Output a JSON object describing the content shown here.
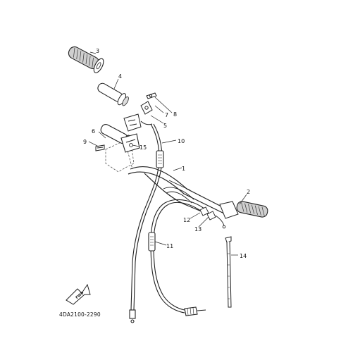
{
  "diagram": {
    "part_code": "4DA2100-2290",
    "direction_badge": "FWD",
    "callouts": [
      {
        "id": "c1",
        "label": "1"
      },
      {
        "id": "c2",
        "label": "2"
      },
      {
        "id": "c3",
        "label": "3"
      },
      {
        "id": "c4",
        "label": "4"
      },
      {
        "id": "c5",
        "label": "5"
      },
      {
        "id": "c6",
        "label": "6"
      },
      {
        "id": "c7",
        "label": "7"
      },
      {
        "id": "c8",
        "label": "8"
      },
      {
        "id": "c9",
        "label": "9"
      },
      {
        "id": "c10",
        "label": "10"
      },
      {
        "id": "c11",
        "label": "11"
      },
      {
        "id": "c12",
        "label": "12"
      },
      {
        "id": "c13",
        "label": "13"
      },
      {
        "id": "c14",
        "label": "14"
      },
      {
        "id": "c15",
        "label": "15"
      }
    ]
  }
}
